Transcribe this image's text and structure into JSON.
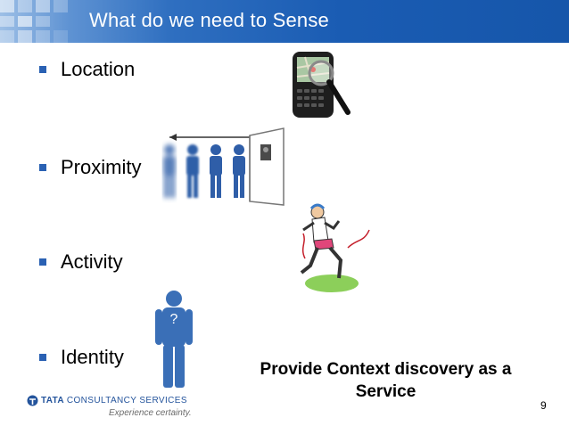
{
  "slide": {
    "title": "What do we need to Sense",
    "bullets": [
      {
        "label": "Location"
      },
      {
        "label": "Proximity"
      },
      {
        "label": "Activity"
      },
      {
        "label": "Identity"
      }
    ],
    "callout": "Provide Context discovery as a Service",
    "page_number": "9"
  },
  "footer": {
    "brand_bold": "TATA",
    "brand_rest": "CONSULTANCY SERVICES",
    "tagline": "Experience certainty."
  },
  "icons": {
    "location": "phone-map-magnifier-icon",
    "proximity": "people-entering-door-icon",
    "activity": "runner-icon",
    "identity": "unknown-person-icon"
  },
  "colors": {
    "header": "#1a5cb3",
    "bullet": "#2a61b3",
    "person": "#3a6fb7"
  }
}
